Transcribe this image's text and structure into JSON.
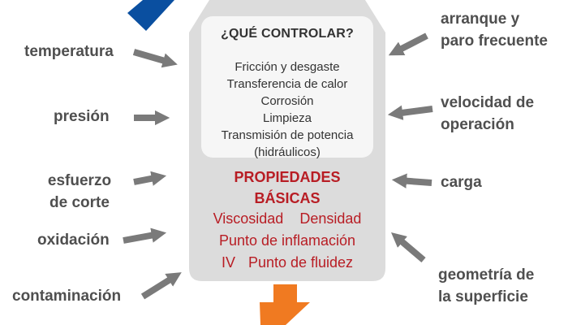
{
  "control": {
    "title": "¿QUÉ CONTROLAR?",
    "items": [
      "Fricción y desgaste",
      "Transferencia de calor",
      "Corrosión",
      "Limpieza",
      "Transmisión de potencia",
      "(hidráulicos)"
    ]
  },
  "properties": {
    "title_line1": "PROPIEDADES",
    "title_line2": "BÁSICAS",
    "items": [
      "Viscosidad",
      "Densidad",
      "Punto de inflamación",
      "IV",
      "Punto de fluidez"
    ]
  },
  "factors_left": {
    "temperature": "temperatura",
    "pressure": "presión",
    "shear_line1": "esfuerzo",
    "shear_line2": "de corte",
    "oxidation": "oxidación",
    "contamination": "contaminación"
  },
  "factors_right": {
    "startstop_line1": "arranque y",
    "startstop_line2": "paro frecuente",
    "speed_line1": "velocidad de",
    "speed_line2": "operación",
    "load": "carga",
    "surface_line1": "geometría de",
    "surface_line2": "la superficie"
  },
  "colors": {
    "arrow": "#7a7a7a",
    "panel": "#dcdcdc",
    "inner_box": "#f6f6f6",
    "property_text": "#b81d24",
    "factor_text": "#4f4f4f",
    "blue_accent": "#0a4fa0",
    "orange_arrow": "#f07a21"
  }
}
